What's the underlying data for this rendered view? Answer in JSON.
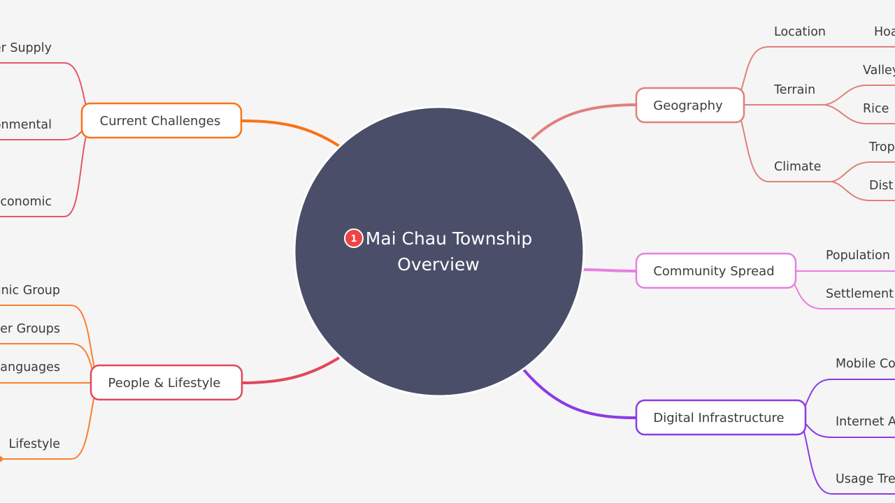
{
  "colors": {
    "background": "#f5f5f5",
    "center_fill": "#4a4e69",
    "challenges": "#f97316",
    "people": "#e1475c",
    "people_leaves": "#fb7f2f",
    "challenges_leaves": "#e4566a",
    "geography": "#e0807a",
    "community": "#ea7ee0",
    "digital": "#8b3ae6",
    "badge": "#ef4444"
  },
  "center": {
    "title_line1": "Mai Chau Township",
    "title_line2": "Overview",
    "badge": "1"
  },
  "left_branches": {
    "challenges": {
      "label": "Current Challenges",
      "children": [
        "Water Supply",
        "Environmental",
        "Economic"
      ]
    },
    "people": {
      "label": "People & Lifestyle",
      "children": [
        "Ethnic Group",
        "Other Groups",
        "Languages",
        "Lifestyle"
      ]
    }
  },
  "right_branches": {
    "geography": {
      "label": "Geography",
      "children": [
        {
          "label": "Location",
          "sub": [
            "Hoa"
          ]
        },
        {
          "label": "Terrain",
          "sub": [
            "Valley",
            "Rice"
          ]
        },
        {
          "label": "Climate",
          "sub": [
            "Trop",
            "Dist"
          ]
        }
      ]
    },
    "community": {
      "label": "Community Spread",
      "children": [
        "Population",
        "Settlement"
      ]
    },
    "digital": {
      "label": "Digital Infrastructure",
      "children": [
        "Mobile Co",
        "Internet A",
        "Usage Tre"
      ]
    }
  }
}
